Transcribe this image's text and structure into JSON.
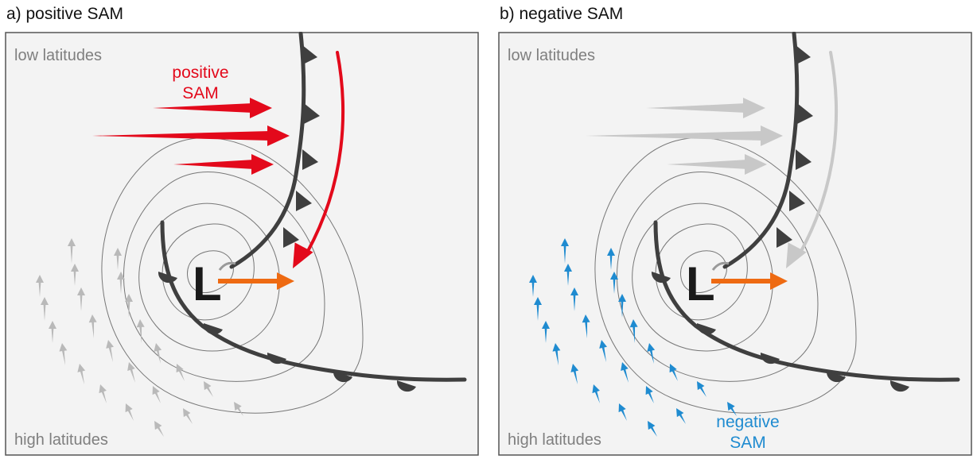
{
  "panels": [
    {
      "title": "a) positive SAM",
      "low_latitudes_label": "low latitudes",
      "high_latitudes_label": "high latitudes",
      "low_label": "L",
      "anomaly_label_line1": "positive",
      "anomaly_label_line2": "SAM",
      "westerly_arrow_color": "#e3091b",
      "northerly_arrow_color": "#e3091b",
      "southerly_arrow_color": "#b9b9b9"
    },
    {
      "title": "b) negative SAM",
      "low_latitudes_label": "low latitudes",
      "high_latitudes_label": "high latitudes",
      "low_label": "L",
      "anomaly_label_line1": "negative",
      "anomaly_label_line2": "SAM",
      "westerly_arrow_color": "#c8c8c8",
      "northerly_arrow_color": "#c8c8c8",
      "southerly_arrow_color": "#1f8bd0"
    }
  ],
  "colors": {
    "panel_background": "#f3f3f3",
    "panel_border": "#555555",
    "front_color": "#3f3f3f",
    "isobar_color": "#777777",
    "storm_motion_arrow": "#ee6a12"
  },
  "icons": {
    "cold_front": "triangle-marker-front",
    "warm_front": "semicircle-marker-front",
    "low_pressure": "letter-L-low-center",
    "storm_motion": "orange-arrow"
  }
}
